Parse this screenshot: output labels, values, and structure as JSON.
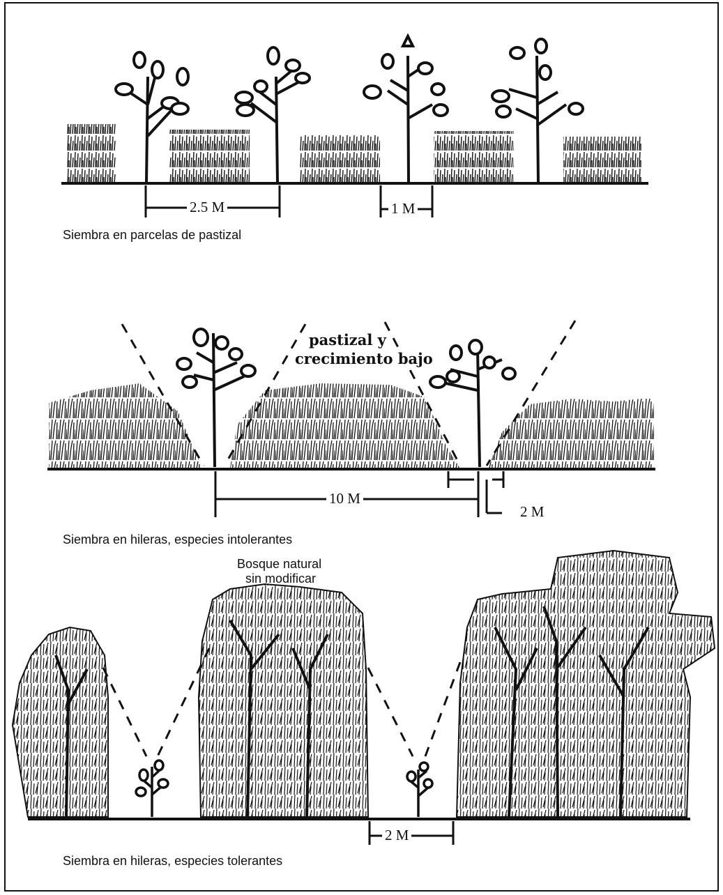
{
  "panels": [
    {
      "caption": "Siembra en parcelas de pastizal",
      "dimensions": [
        "2.5 M",
        "1 M"
      ]
    },
    {
      "caption": "Siembra en hileras, especies intolerantes",
      "note_line1": "pastizal y",
      "note_line2": "crecimiento bajo",
      "dimensions": [
        "10 M",
        "2 M"
      ]
    },
    {
      "caption": "Siembra en hileras, especies tolerantes",
      "note_line1": "Bosque natural",
      "note_line2": "sin modificar",
      "dimensions": [
        "2 M"
      ]
    }
  ]
}
